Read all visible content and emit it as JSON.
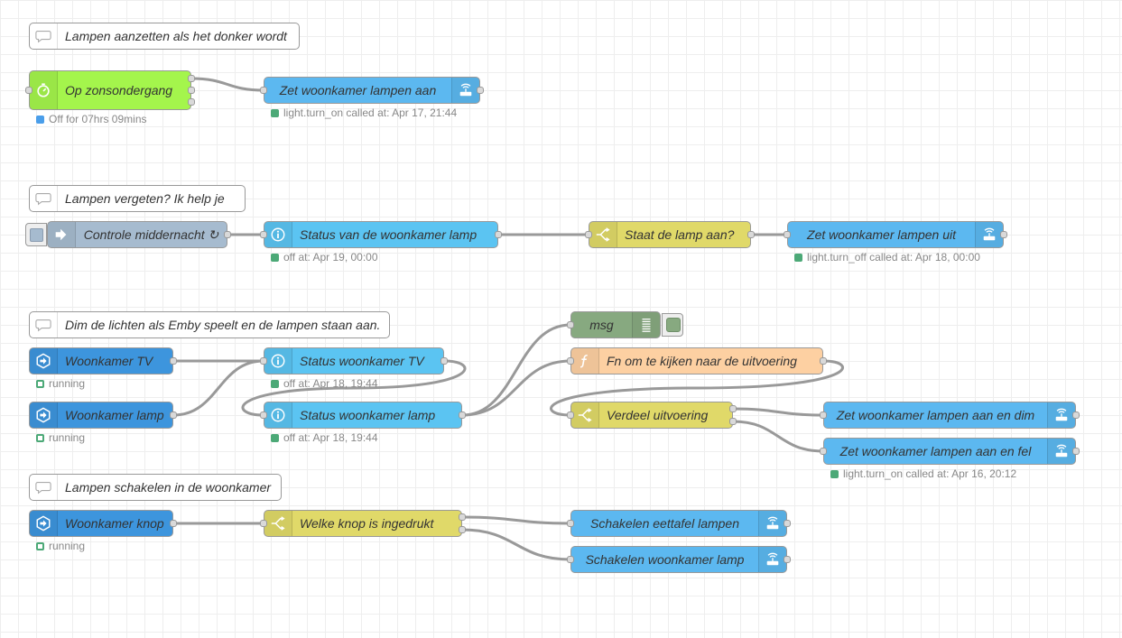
{
  "colors": {
    "sun_green": "#a4f54c",
    "ha_blue": "#5cb8f0",
    "state_blue": "#5bc4f2",
    "switch_yellow": "#e0d969",
    "function_orange": "#fdd0a2",
    "inject_gray": "#a6bbcf",
    "debug_green": "#87a980",
    "server_blue": "#3d95dd",
    "wire": "#999999",
    "status_green": "#4ca977",
    "status_blue": "#4a9eea"
  },
  "comments": {
    "c1": "Lampen aanzetten als het donker wordt",
    "c2": "Lampen vergeten? Ik help je",
    "c3": "Dim de lichten als Emby speelt en de lampen staan aan.",
    "c4": "Lampen schakelen in de woonkamer"
  },
  "nodes": {
    "sun": "Op zonsondergang",
    "call_on_1": "Zet woonkamer lampen aan",
    "inject": "Controle middernacht ↻",
    "state_lamp_1": "Status van de woonkamer lamp",
    "switch_on": "Staat de lamp aan?",
    "call_off": "Zet woonkamer lampen uit",
    "debug": "msg",
    "woonkamer_tv": "Woonkamer TV",
    "state_tv": "Status woonkamer TV",
    "function": "Fn om te kijken naar de uitvoering",
    "woonkamer_lamp": "Woonkamer lamp",
    "state_lamp_2": "Status woonkamer lamp",
    "verdeel": "Verdeel uitvoering",
    "call_dim": "Zet woonkamer lampen aan en dim",
    "call_fel": "Zet woonkamer lampen aan en fel",
    "knop": "Woonkamer knop",
    "switch_knop": "Welke knop is ingedrukt",
    "call_eettafel": "Schakelen eettafel lampen",
    "call_woonkamer": "Schakelen woonkamer lamp"
  },
  "status": {
    "sun": "Off for 07hrs 09mins",
    "call_on_1": "light.turn_on called at: Apr 17, 21:44",
    "state_lamp_1": "off at: Apr 19, 00:00",
    "call_off": "light.turn_off called at: Apr 18, 00:00",
    "woonkamer_tv": "running",
    "state_tv": "off at: Apr 18, 19:44",
    "woonkamer_lamp": "running",
    "state_lamp_2": "off at: Apr 18, 19:44",
    "call_fel": "light.turn_on called at: Apr 16, 20:12",
    "knop": "running"
  },
  "icons": {
    "comment": "comment-bubble-icon",
    "sun": "sun-timer-icon",
    "call_service": "router-wifi-icon",
    "inject": "inject-arrow-icon",
    "state": "info-icon",
    "switch": "switch-fork-icon",
    "function": "function-f-icon",
    "debug": "debug-list-icon",
    "server_state": "server-events-icon"
  }
}
